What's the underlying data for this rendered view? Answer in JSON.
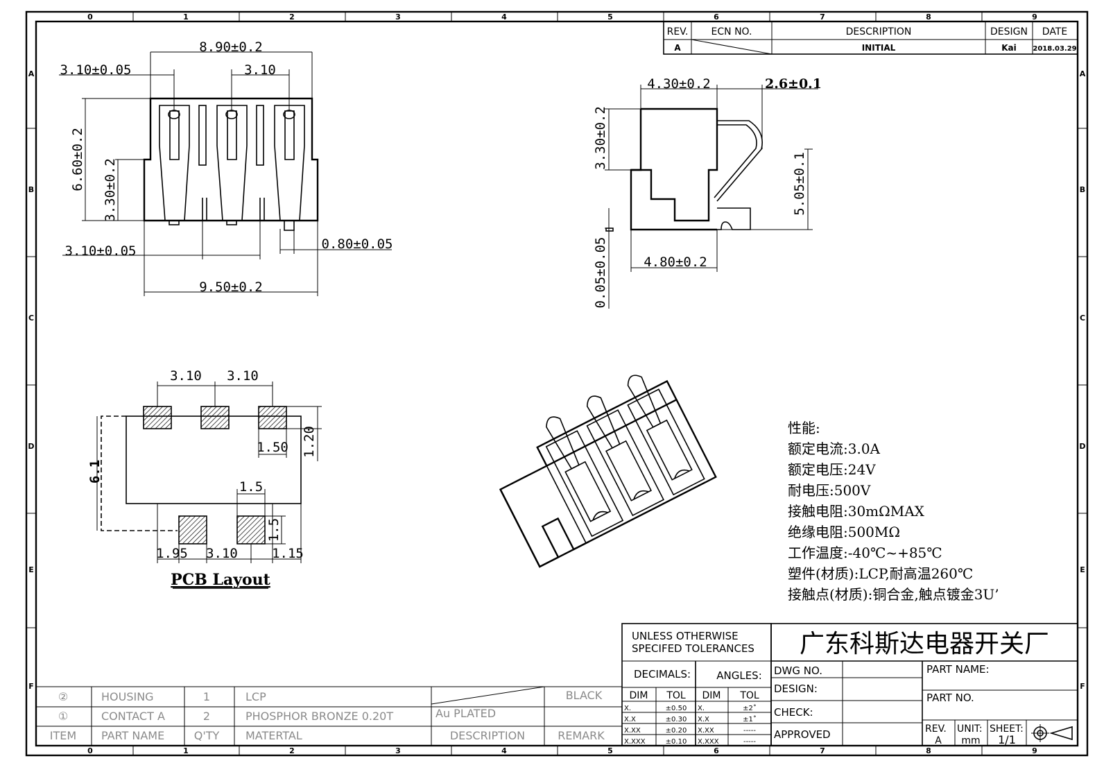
{
  "frame": {
    "cols": [
      "0",
      "1",
      "2",
      "3",
      "4",
      "5",
      "6",
      "7",
      "8",
      "9"
    ],
    "rows": [
      "A",
      "B",
      "C",
      "D",
      "E",
      "F"
    ]
  },
  "revision_block": {
    "headers": [
      "REV.",
      "ECN NO.",
      "DESCRIPTION",
      "DESIGN",
      "DATE"
    ],
    "row": {
      "rev": "A",
      "description": "INITIAL",
      "design": "Kai",
      "date": "2018.03.29"
    }
  },
  "top_view": {
    "dims": [
      "8.90±0.2",
      "3.10±0.05",
      "3.10",
      "6.60±0.2",
      "3.30±0.2",
      "3.10±0.05",
      "9.50±0.2",
      "0.80±0.05"
    ]
  },
  "side_view": {
    "dims": [
      "4.30±0.2",
      "2.6±0.1",
      "3.30±0.2",
      "5.05±0.1",
      "0.05±0.05",
      "4.80±0.2"
    ]
  },
  "pcb_layout": {
    "title": "PCB Layout",
    "dims": [
      "3.10",
      "3.10",
      "1.20",
      "1.50",
      "6.1",
      "1.5",
      "1.5",
      "1.95",
      "3.10",
      "1.15"
    ]
  },
  "specs": {
    "heading": "性能:",
    "lines": [
      "额定电流:3.0A",
      "额定电压:24V",
      "耐电压:500V",
      "接触电阻:30mΩMAX",
      "绝缘电阻:500MΩ",
      "工作温度:-40℃~+85℃",
      "塑件(材质):LCP,耐高温260℃",
      "接触点(材质):铜合金,触点镀金3U’"
    ]
  },
  "tolerances": {
    "title_line1": "UNLESS OTHERWISE",
    "title_line2": "SPECIFED TOLERANCES",
    "decimals_label": "DECIMALS:",
    "angles_label": "ANGLES:",
    "dim": "DIM",
    "tol": "TOL",
    "decimal_rows": [
      [
        "X.",
        "±0.50"
      ],
      [
        "X.X",
        "±0.30"
      ],
      [
        "X.XX",
        "±0.20"
      ],
      [
        "X.XXX",
        "±0.10"
      ]
    ],
    "angle_rows": [
      [
        "X.",
        "±2˚"
      ],
      [
        "X.X",
        "±1˚"
      ],
      [
        "X.XX",
        "-----"
      ],
      [
        "X.XXX",
        "-----"
      ]
    ]
  },
  "title_block": {
    "company": "广东科斯达电器开关厂",
    "dwg_no": "DWG NO.",
    "design": "DESIGN:",
    "check": "CHECK:",
    "approved": "APPROVED",
    "part_name": "PART NAME:",
    "part_no": "PART NO.",
    "rev_label": "REV.",
    "rev_value": "A",
    "unit_label": "UNIT:",
    "unit_value": "mm",
    "sheet_label": "SHEET:",
    "sheet_value": "1/1"
  },
  "bom": {
    "rows": [
      {
        "item": "②",
        "part": "HOUSING",
        "qty": "1",
        "material": "LCP",
        "desc": "",
        "remark": "BLACK"
      },
      {
        "item": "①",
        "part": "CONTACT A",
        "qty": "2",
        "material": "PHOSPHOR BRONZE 0.20T",
        "desc": "Au PLATED",
        "remark": ""
      }
    ],
    "header": {
      "item": "ITEM",
      "part": "PART NAME",
      "qty": "Q'TY",
      "material": "MATERTAL",
      "desc": "DESCRIPTION",
      "remark": "REMARK"
    }
  }
}
